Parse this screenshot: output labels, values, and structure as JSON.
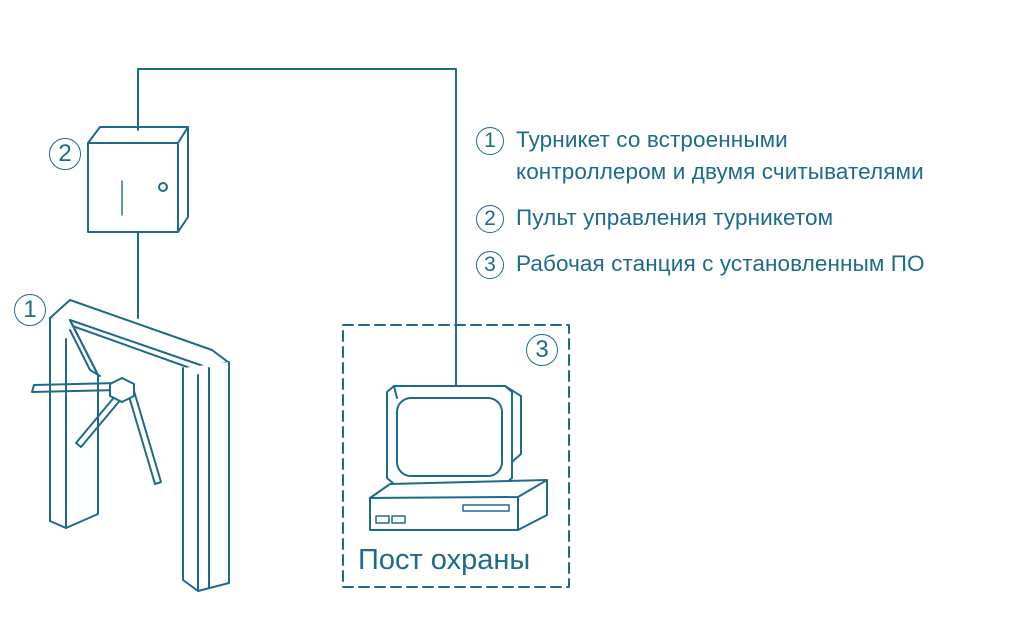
{
  "colors": {
    "line": "#1e6a8c",
    "background": "#ffffff"
  },
  "legend": [
    {
      "number": "1",
      "text": "Турникет со встроенными\nконтроллером и двумя считывателями"
    },
    {
      "number": "2",
      "text": "Пульт управления турникетом"
    },
    {
      "number": "3",
      "text": "Рабочая станция с установленным ПО"
    }
  ],
  "badges": {
    "turnstile": "1",
    "control_panel": "2",
    "workstation": "3"
  },
  "security_post": {
    "label": "Пост охраны"
  }
}
